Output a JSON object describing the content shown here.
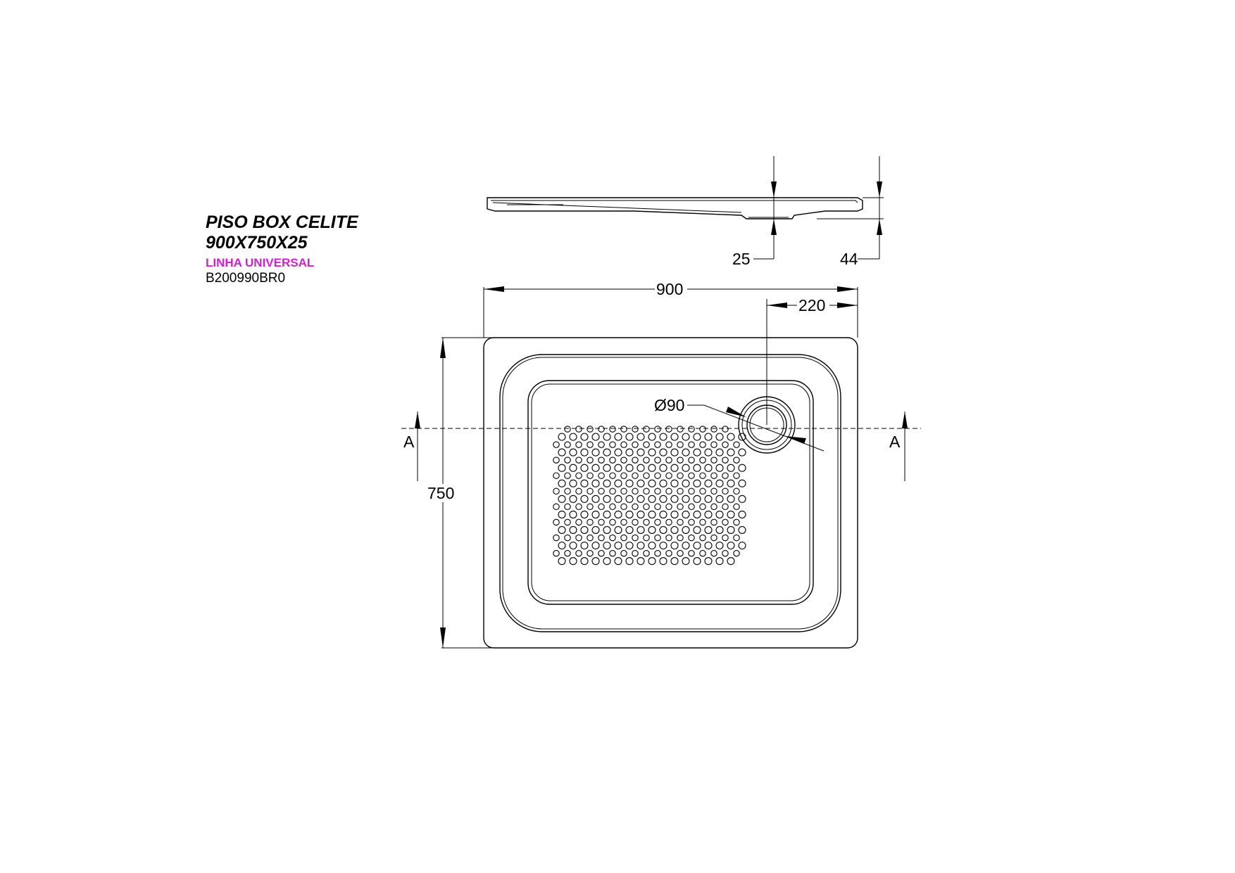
{
  "title": {
    "line1": "PISO BOX CELITE",
    "line2": "900X750X25",
    "line3": "LINHA UNIVERSAL",
    "code": "B200990BR0",
    "accent_color": "#d21fd2"
  },
  "dimensions": {
    "thickness": "25",
    "total_height": "44",
    "width": "900",
    "drain_offset": "220",
    "depth": "750",
    "drain_diameter": "Ø90"
  },
  "section": {
    "left_label": "A",
    "right_label": "A"
  }
}
